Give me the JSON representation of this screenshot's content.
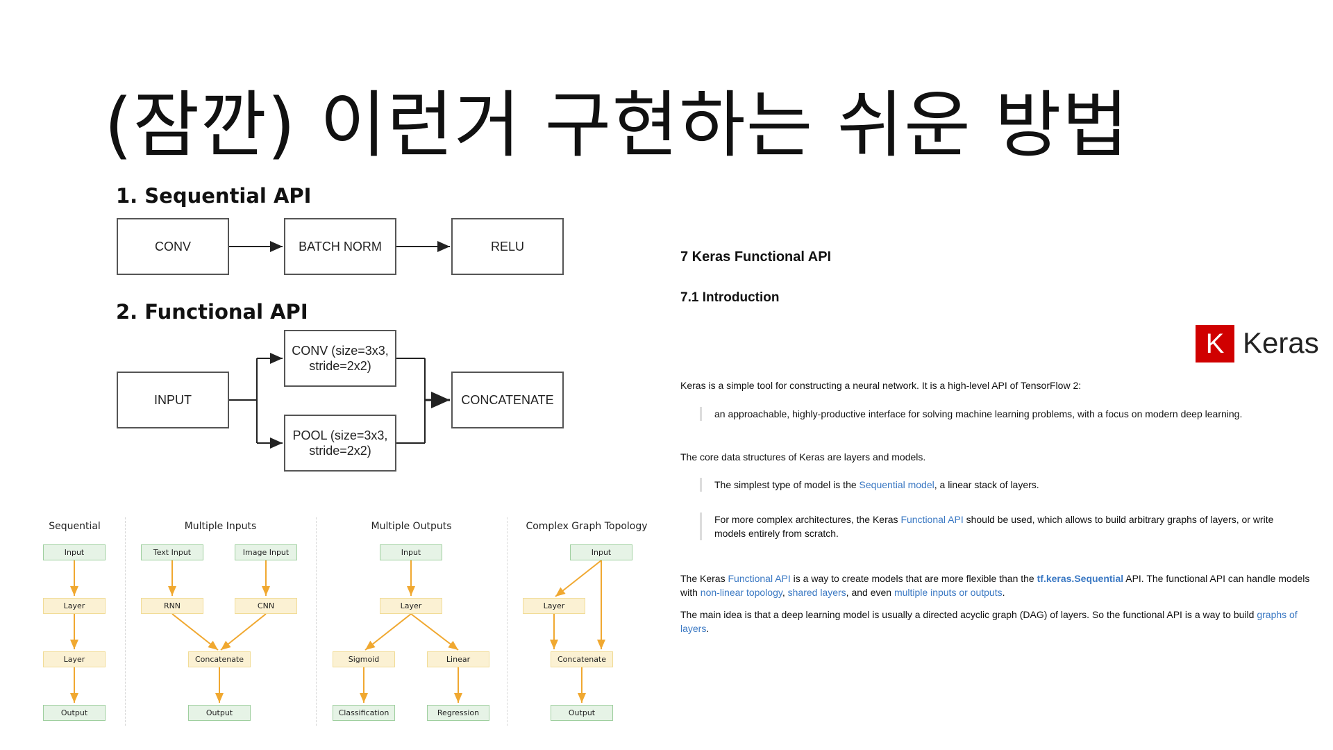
{
  "slide": {
    "title": "(잠깐) 이런거 구현하는 쉬운 방법"
  },
  "sequential_api": {
    "heading": "1. Sequential API",
    "boxes": [
      "CONV",
      "BATCH NORM",
      "RELU"
    ]
  },
  "functional_api": {
    "heading": "2. Functional API",
    "input": "INPUT",
    "conv": [
      "CONV (size=3x3,",
      "stride=2x2)"
    ],
    "pool": [
      "POOL (size=3x3,",
      "stride=2x2)"
    ],
    "concat": "CONCATENATE"
  },
  "topologies": {
    "sequential": {
      "title": "Sequential",
      "nodes": [
        "Input",
        "Layer",
        "Layer",
        "Output"
      ]
    },
    "multiple_inputs": {
      "title": "Multiple Inputs",
      "nodes": [
        "Text Input",
        "Image Input",
        "RNN",
        "CNN",
        "Concatenate",
        "Output"
      ]
    },
    "multiple_outputs": {
      "title": "Multiple Outputs",
      "nodes": [
        "Input",
        "Layer",
        "Sigmoid",
        "Linear",
        "Classification",
        "Regression"
      ]
    },
    "complex_graph": {
      "title": "Complex Graph Topology",
      "nodes": [
        "Input",
        "Layer",
        "Concatenate",
        "Output"
      ]
    }
  },
  "doc": {
    "h2": "7 Keras Functional API",
    "h3": "7.1 Introduction",
    "logo_letter": "K",
    "logo_word": "Keras",
    "p1": "Keras is a simple tool for constructing a neural network. It is a high-level API of TensorFlow 2:",
    "q1": "an approachable, highly-productive interface for solving machine learning problems, with a focus on modern deep learning.",
    "p2": "The core data structures of Keras are layers and models.",
    "q2a": "The simplest type of model is the ",
    "q2b": "Sequential model",
    "q2c": ", a linear stack of layers.",
    "q3a": "For more complex architectures, the Keras ",
    "q3b": "Functional API",
    "q3c": " should be used, which allows to build arbitrary graphs of layers, or write models entirely from scratch.",
    "p3a": "The Keras ",
    "p3b": "Functional API",
    "p3c": " is a way to create models that are more flexible than the ",
    "p3d": "tf.keras.Sequential",
    "p3e": " API. The functional API can handle models with ",
    "p3f": "non-linear topology",
    "p3g": ", ",
    "p3h": "shared layers",
    "p3i": ", and even ",
    "p3j": "multiple inputs or outputs",
    "p3k": ".",
    "p4a": "The main idea is that a deep learning model is usually a directed acyclic graph (DAG) of layers. So the functional API is a way to build ",
    "p4b": "graphs of layers",
    "p4c": "."
  },
  "colors": {
    "accent_link": "#3a78c3",
    "keras_red": "#d00000",
    "node_green": "#e6f3e6",
    "node_yellow": "#fbf1d3",
    "edge_orange": "#f0a830"
  }
}
